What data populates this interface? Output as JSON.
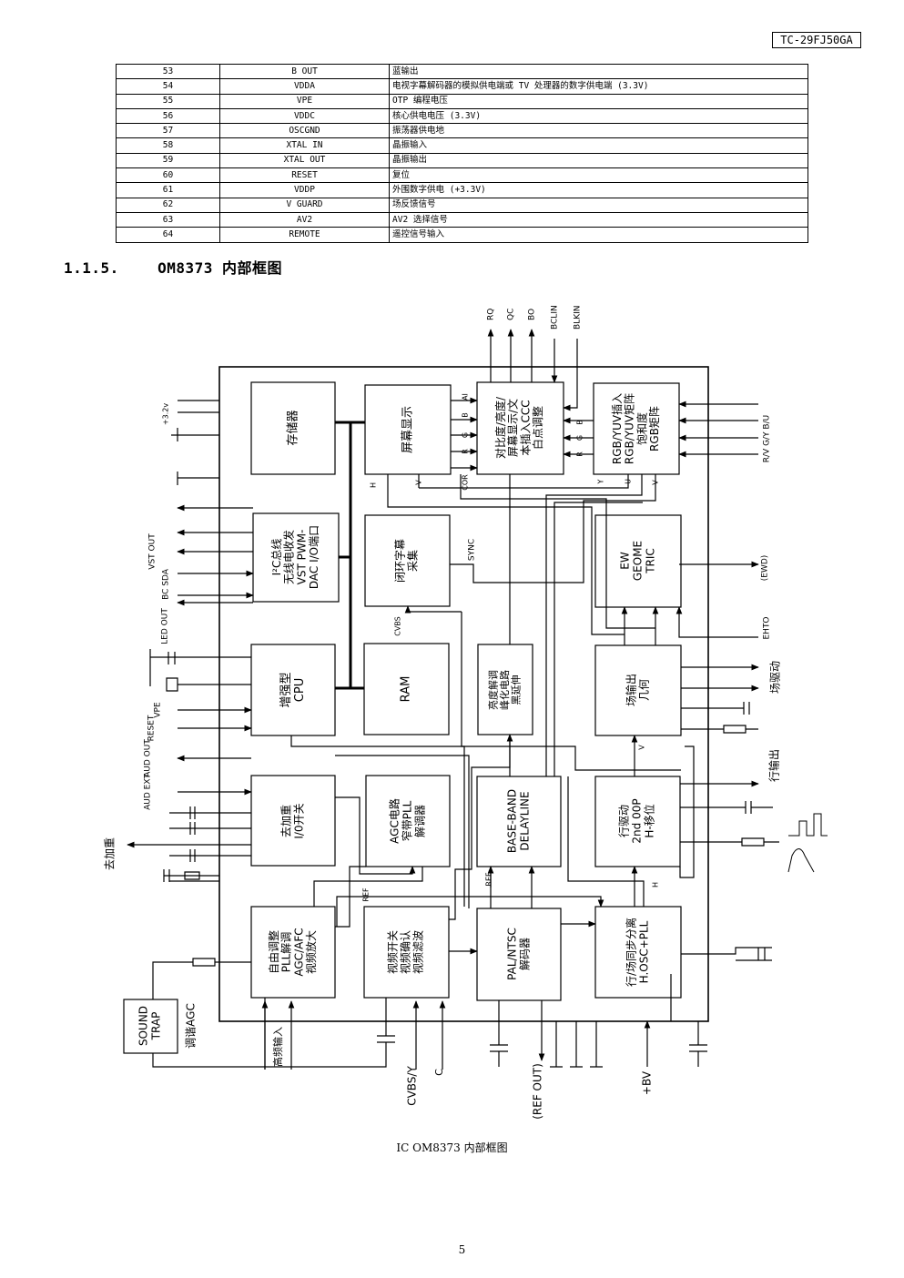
{
  "header": {
    "model": "TC-29FJ50GA"
  },
  "pin_table": [
    {
      "pin": "53",
      "name": "B OUT",
      "desc": "蓝输出"
    },
    {
      "pin": "54",
      "name": "VDDA",
      "desc": "电视字幕解码器的模拟供电端或 TV 处理器的数字供电端 (3.3V)"
    },
    {
      "pin": "55",
      "name": "VPE",
      "desc": "OTP 编程电压"
    },
    {
      "pin": "56",
      "name": "VDDC",
      "desc": "核心供电电压 (3.3V)"
    },
    {
      "pin": "57",
      "name": "OSCGND",
      "desc": "振荡器供电地"
    },
    {
      "pin": "58",
      "name": "XTAL IN",
      "desc": "晶振输入"
    },
    {
      "pin": "59",
      "name": "XTAL OUT",
      "desc": "晶振输出"
    },
    {
      "pin": "60",
      "name": "RESET",
      "desc": "复位"
    },
    {
      "pin": "61",
      "name": "VDDP",
      "desc": "外围数字供电 (+3.3V)"
    },
    {
      "pin": "62",
      "name": "V GUARD",
      "desc": "场反馈信号"
    },
    {
      "pin": "63",
      "name": "AV2",
      "desc": "AV2 选择信号"
    },
    {
      "pin": "64",
      "name": "REMOTE",
      "desc": "遥控信号输入"
    }
  ],
  "section": {
    "number": "1.1.5.",
    "title": "OM8373 内部框图"
  },
  "diagram": {
    "blocks": {
      "memory": "存储器",
      "osd": "屏幕显示",
      "contrast": [
        "对比度/亮度/",
        "屏幕显示/文",
        "本插入CCC",
        "白点调整"
      ],
      "rgb_matrix": [
        "RGB/YUV插入",
        "RGB/YUV矩阵",
        "饱和度",
        "RGB矩阵"
      ],
      "i2c": [
        "I²C总线",
        "无线电收发",
        "VST PWM-",
        "DAC I/O端口"
      ],
      "cc": [
        "闭环字幕",
        "采集"
      ],
      "ew": [
        "EW",
        "GEOME",
        "TRIC"
      ],
      "cpu": [
        "增强型",
        "CPU"
      ],
      "ram": "RAM",
      "peak": [
        "亮度解调",
        "峰化电路",
        "黑延伸"
      ],
      "vert": [
        "场输出",
        "几何"
      ],
      "deemph": [
        "去加重",
        "I/0开关"
      ],
      "agc": [
        "AGC电路",
        "窄带PLL",
        "解调器"
      ],
      "baseband": [
        "BASE-BAND",
        "DELAYLINE"
      ],
      "hdrive": [
        "行驱动",
        "2nd 00P",
        "H-移位"
      ],
      "if": [
        "自由调整",
        "PLL解调",
        "AGC/AFC",
        "视频放大"
      ],
      "vswitch": [
        "视频开关",
        "视频确认",
        "视频滤波"
      ],
      "pal": [
        "PAL/NTSC",
        "解码器"
      ],
      "sync": [
        "行/场同步分离",
        "H.OSC+PLL"
      ],
      "sound_trap": [
        "SOUND",
        "TRAP"
      ]
    },
    "signals": {
      "rq": "RQ",
      "qc": "QC",
      "bo": "BO",
      "bclin": "BCLIN",
      "blkin": "BLKIN",
      "ai": "AI",
      "b": "B",
      "g": "G",
      "r": "R",
      "cor": "COR",
      "h": "H",
      "v": "V",
      "y": "Y",
      "u": "U",
      "sync_label": "SYNC",
      "cvbs": "CVBS",
      "ref": "REF",
      "v32": "+3.2v",
      "rgb_in": "R/V G/Y B/U",
      "vst_out": "VST OUT",
      "bc_sda": "BC SDA",
      "led_out": "LED OUT",
      "vpe": "VPE",
      "reset": "RESET",
      "aud_out": "AUD OUT",
      "aud_ext": "AUD EXT",
      "deemph_out": "去加重",
      "ewd": "(EWD)",
      "ehto": "EHTO",
      "vdrive": "场驱动",
      "hout": "行输出",
      "tuner_agc": "调谐AGC",
      "rf_in": "高频输入",
      "cvbs_y": "CVBS/Y",
      "c": "C",
      "ref_out": "(REF OUT)",
      "bv": "+BV",
      "h_label": "H",
      "v_label": "V"
    }
  },
  "caption": "IC OM8373 内部框图",
  "page_number": "5"
}
